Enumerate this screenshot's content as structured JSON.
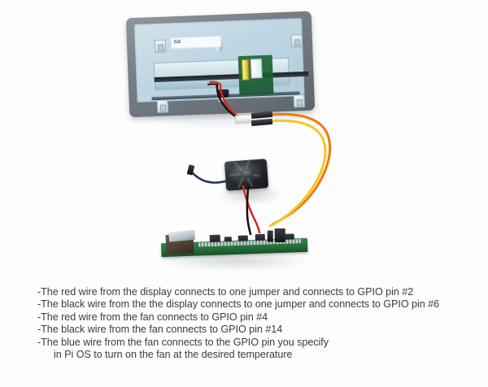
{
  "photo": {
    "alt_description": "Photo of the back of an LCD display panel wired with jumper wires to a small black cooling fan and a Raspberry Pi board",
    "background_color": "#fdfdfd",
    "objects": {
      "display": {
        "name": "lcd-display-back",
        "bezel_color": "#787f86",
        "panel_color": "#c6dbe6",
        "sticker_mark": "Cd",
        "sticker_note": "product label"
      },
      "fan": {
        "name": "cooling-fan",
        "color": "#1d2023",
        "wires": [
          "blue",
          "red",
          "black"
        ]
      },
      "pi": {
        "name": "raspberry-pi-board",
        "pcb_color": "#246e37"
      },
      "wires": [
        {
          "name": "display-red-wire",
          "color": "#e02a17"
        },
        {
          "name": "display-black-wire",
          "color": "#1b1b1b"
        },
        {
          "name": "orange-jumper-wire",
          "color": "#f47a14"
        },
        {
          "name": "yellow-jumper-wire",
          "color": "#f2c61b"
        },
        {
          "name": "fan-blue-wire",
          "color": "#1f2f6b"
        },
        {
          "name": "fan-red-wire",
          "color": "#d8281a"
        },
        {
          "name": "fan-black-wire",
          "color": "#101010"
        }
      ],
      "connectors": {
        "white_jumper_shell": "#f0f0f0",
        "black_jumper_shell": "#1b1d20"
      }
    }
  },
  "caption": {
    "lines": [
      {
        "text": "-The red wire from the display connects to one jumper and connects to GPIO pin #2",
        "indent": false
      },
      {
        "text": "-The black wire from the the display connects to one jumper and connects to GPIO pin #6",
        "indent": false
      },
      {
        "text": "-The red wire from the fan connects to GPIO pin #4",
        "indent": false
      },
      {
        "text": "-The black wire from the fan connects to GPIO pin #14",
        "indent": false
      },
      {
        "text": "-The blue wire from the fan connects to the GPIO pin you specify",
        "indent": false
      },
      {
        "text": "in Pi OS to turn on the fan at the desired temperature",
        "indent": true
      }
    ],
    "text_color": "#3c3c3c"
  }
}
